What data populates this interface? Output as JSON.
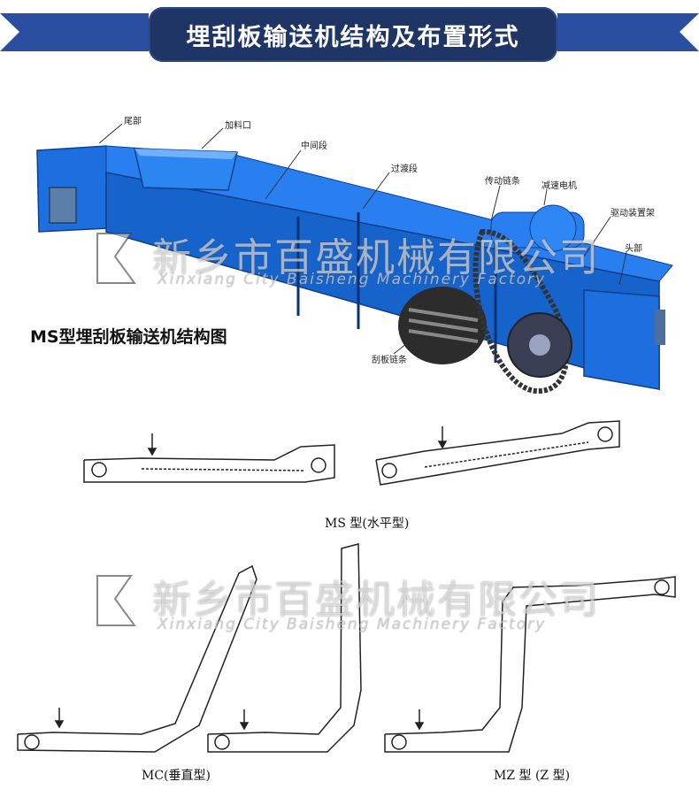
{
  "header": {
    "title": "埋刮板输送机结构及布置形式"
  },
  "machine": {
    "parts": {
      "tail": "尾部",
      "inlet": "加料口",
      "middle": "中间段",
      "transition": "过渡段",
      "drive_chain": "传动链条",
      "motor": "减速电机",
      "drive_frame": "驱动装置架",
      "head": "头部",
      "scraper_chain": "刮板链条"
    },
    "caption": "MS型埋刮板输送机结构图"
  },
  "watermark": {
    "company_cn": "新乡市百盛机械有限公司",
    "company_en": "Xinxiang City Baisheng Machinery Factory"
  },
  "layouts": {
    "ms": "MS 型(水平型)",
    "mc": "MC(垂直型)",
    "mz": "MZ 型 (Z 型)"
  },
  "colors": {
    "banner": "#2a4fa0",
    "banner_dark": "#1f3566",
    "machine_blue": "#1b6fe0"
  }
}
